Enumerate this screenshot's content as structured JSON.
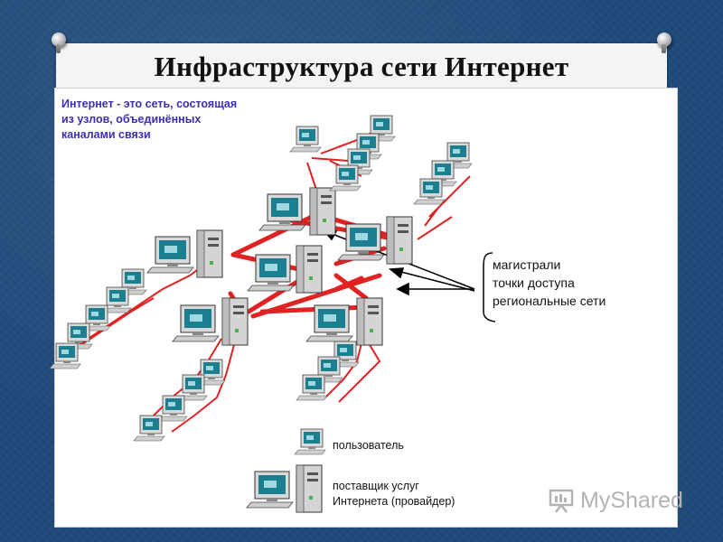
{
  "title": "Инфраструктура сети Интернет",
  "intro_text": "Интернет - это сеть, состоящая\nиз узлов, объединённых\nканалами связи",
  "labels": {
    "backbone": "магистрали",
    "access_points": "точки доступа",
    "regional_networks": "региональные сети"
  },
  "legend": {
    "user": "пользователь",
    "provider_line1": "поставщик услуг",
    "provider_line2": "Интернета (провайдер)"
  },
  "watermark": "MyShared",
  "colors": {
    "background": "#1f4a7a",
    "link": "#e02222",
    "arrow": "#000000",
    "intro_text": "#3b2fb0",
    "screen": "#1b7f8f"
  },
  "icons": [
    "pushpin-icon",
    "computer-icon",
    "server-icon",
    "watermark-logo-icon"
  ]
}
